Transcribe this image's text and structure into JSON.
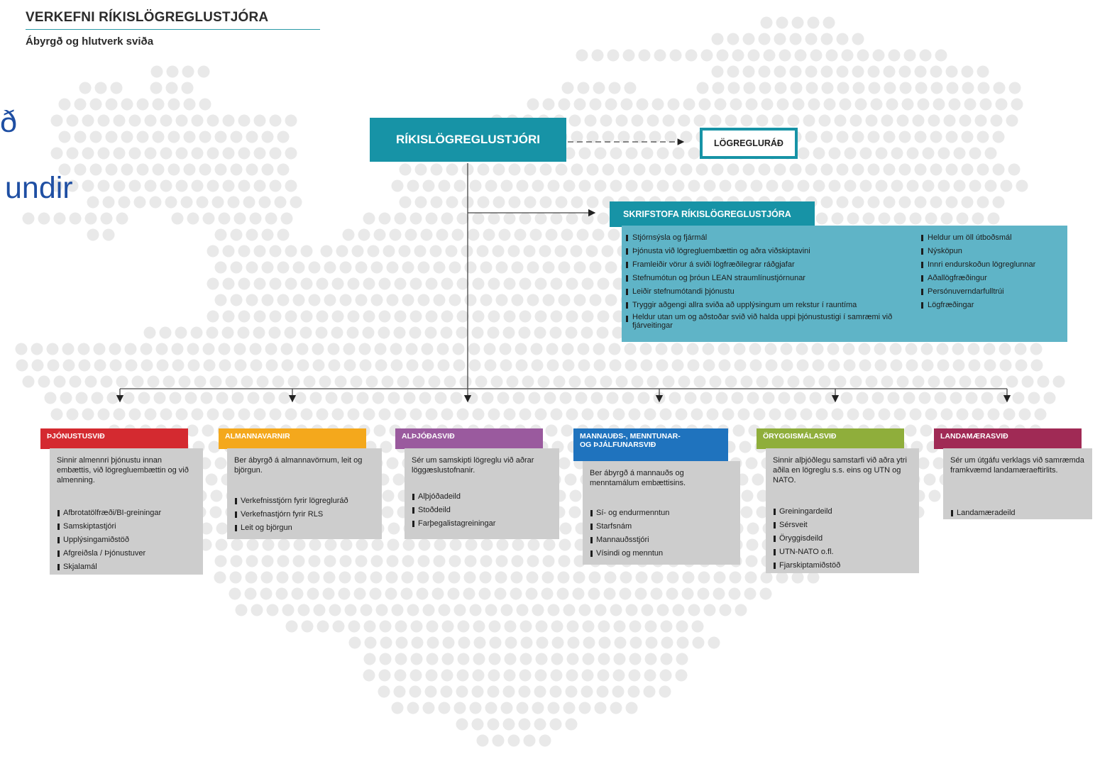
{
  "header": {
    "title": "VERKEFNI RÍKISLÖGREGLUSTJÓRA",
    "subtitle": "Ábyrgð og hlutverk sviða"
  },
  "side_text": {
    "line1": "ð",
    "line2": "undir"
  },
  "colors": {
    "teal": "#1793a6",
    "light_teal": "#5fb4c7",
    "gray_box": "#cdcdcd",
    "dots": "#e9e9e9",
    "side_text": "#1f4fa3"
  },
  "chief": {
    "label": "RÍKISLÖGREGLUSTJÓRI"
  },
  "council": {
    "label": "LÖGREGLURÁÐ"
  },
  "office": {
    "title": "SKRIFSTOFA RÍKISLÖGREGLUSTJÓRA",
    "left_items": [
      "Stjórnsýsla og fjármál",
      "Þjónusta við lögregluembættin og aðra viðskiptavini",
      "Framleiðir vörur á sviði lögfræðilegrar ráðgjafar",
      "Stefnumótun og þróun LEAN straumlínustjórnunar",
      "Leiðir stefnumótandi þjónustu",
      "Tryggir aðgengi allra sviða að upplýsingum um rekstur í rauntíma",
      "Heldur utan um og aðstoðar svið við halda uppi þjónustustigi í samræmi við fjárveitingar"
    ],
    "right_items": [
      "Heldur um öll útboðsmál",
      "Nýsköpun",
      "Innri endurskoðun lögreglunnar",
      "Aðallögfræðingur",
      "Persónuverndarfulltrúi",
      "Lögfræðingar"
    ]
  },
  "divisions": [
    {
      "title": "ÞJÓNUSTUSVIÐ",
      "color": "#d42a30",
      "description": "Sinnir almennri þjónustu innan embættis, við lögregluembættin og við almenning.",
      "items": [
        "Afbrotatölfræði/BI-greiningar",
        "Samskiptastjóri",
        "Upplýsingamiðstöð",
        "Afgreiðsla / Þjónustuver",
        "Skjalamál"
      ]
    },
    {
      "title": "ALMANNAVARNIR",
      "color": "#f4a81c",
      "description": "Ber ábyrgð á almannavörnum, leit og björgun.",
      "items": [
        "Verkefnisstjórn fyrir lögregluráð",
        "Verkefnastjórn fyrir RLS",
        "Leit og björgun"
      ]
    },
    {
      "title": "ALÞJÓÐASVIÐ",
      "color": "#9a5a9e",
      "description": "Sér um samskipti lögreglu við aðrar löggæslustofnanir.",
      "items": [
        "Alþjóðadeild",
        "Stoðdeild",
        "Farþegalistagreiningar"
      ]
    },
    {
      "title": "MANNAUÐS-, MENNTUNAR- OG ÞJÁLFUNARSVIÐ",
      "color": "#1f73be",
      "description": "Ber ábyrgð á mannauðs og menntamálum embættisins.",
      "items": [
        "Sí- og endurmenntun",
        "Starfsnám",
        "Mannauðsstjóri",
        "Vísindi og menntun"
      ]
    },
    {
      "title": "ÖRYGGISMÁLASVIÐ",
      "color": "#8fae3b",
      "description": "Sinnir alþjóðlegu samstarfi við aðra ytri aðila en lögreglu s.s. eins og UTN og NATO.",
      "items": [
        "Greiningardeild",
        "Sérsveit",
        "Öryggisdeild",
        "UTN-NATO o.fl.",
        "Fjarskiptamiðstöð"
      ]
    },
    {
      "title": "LANDAMÆRASVIÐ",
      "color": "#a02a55",
      "description": "Sér um útgáfu verklags við samræmda framkvæmd landamæraeftirlits.",
      "items": [
        "Landamæradeild"
      ]
    }
  ]
}
